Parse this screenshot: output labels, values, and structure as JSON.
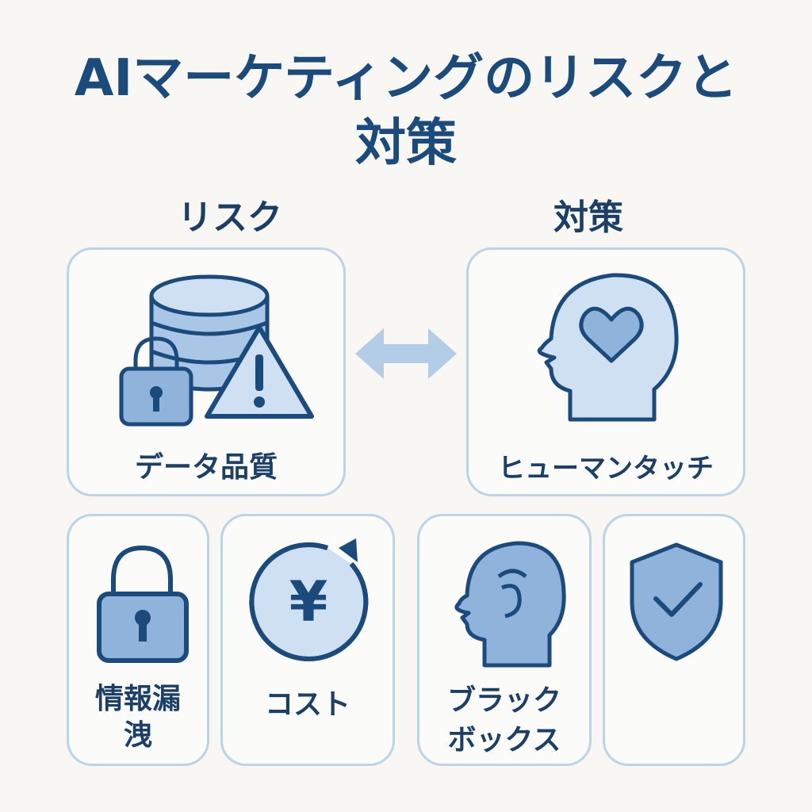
{
  "title": {
    "line1": "AIマーケティングのリスクと",
    "line2": "対策"
  },
  "columns": {
    "risk": "リスク",
    "countermeasure": "対策"
  },
  "cards": {
    "data_quality": {
      "label": "データ品質",
      "icons": [
        "database-icon",
        "lock-icon",
        "warning-icon"
      ]
    },
    "human_touch": {
      "label": "ヒューマンタッチ",
      "icons": [
        "head-heart-icon"
      ]
    },
    "info_leak": {
      "label_line1": "情報漏",
      "label_line2": "洩",
      "icons": [
        "padlock-icon"
      ]
    },
    "cost": {
      "label": "コスト",
      "icons": [
        "yen-cycle-icon"
      ]
    },
    "black_box": {
      "label_line1": "ブラック",
      "label_line2": "ボックス",
      "icons": [
        "head-ear-icon"
      ]
    },
    "security": {
      "icons": [
        "shield-check-icon"
      ]
    }
  },
  "center_icon": "double-arrow-icon",
  "colors": {
    "dark_blue": "#1b4b7c",
    "mid_blue": "#8fb3db",
    "light_blue": "#cfe0f2",
    "card_border": "#bdd3e8",
    "background": "#f8f7f3"
  }
}
